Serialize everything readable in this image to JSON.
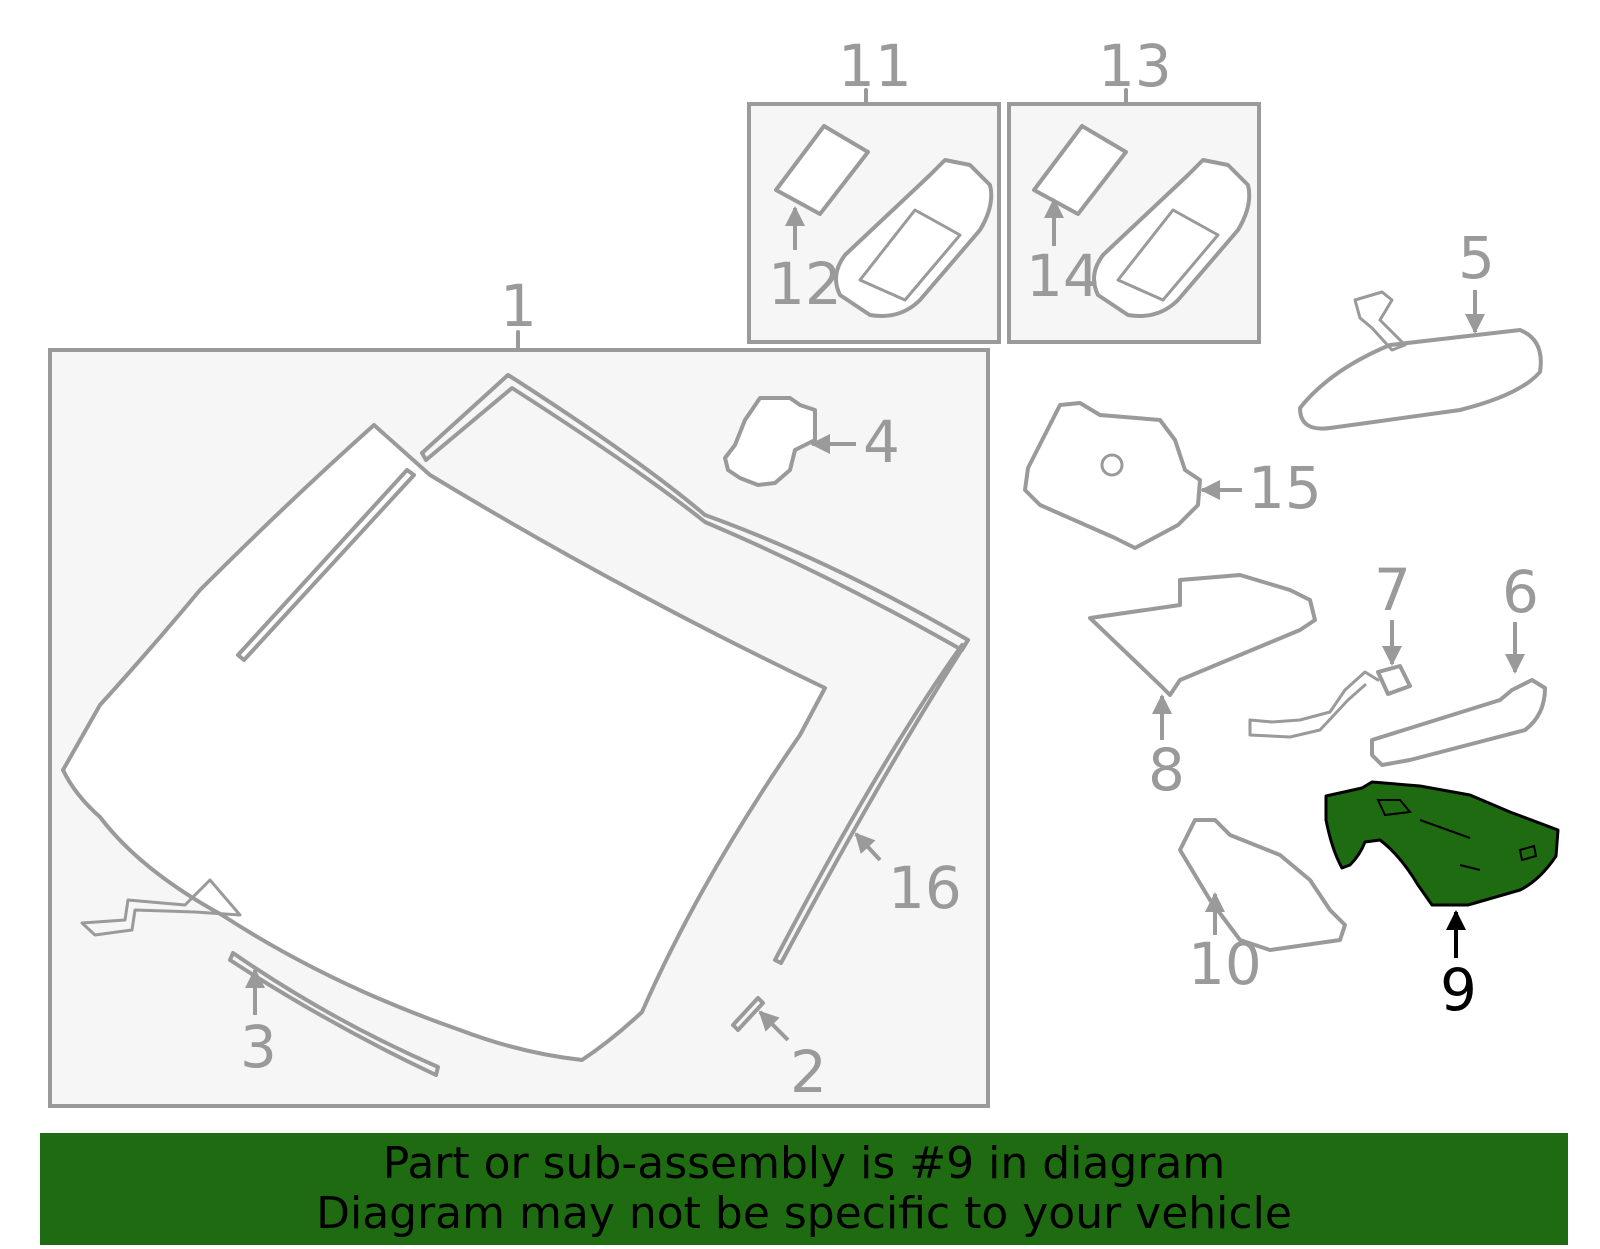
{
  "callouts": {
    "c1": "1",
    "c2": "2",
    "c3": "3",
    "c4": "4",
    "c5": "5",
    "c6": "6",
    "c7": "7",
    "c8": "8",
    "c9": "9",
    "c10": "10",
    "c11": "11",
    "c12": "12",
    "c13": "13",
    "c14": "14",
    "c15": "15",
    "c16": "16"
  },
  "highlight": {
    "part": "9",
    "color": "#1e6b12"
  },
  "banner": {
    "color": "#1e6b12",
    "line1": "Part or sub-assembly is #9 in diagram",
    "line2": "Diagram may not be specific to your vehicle"
  }
}
